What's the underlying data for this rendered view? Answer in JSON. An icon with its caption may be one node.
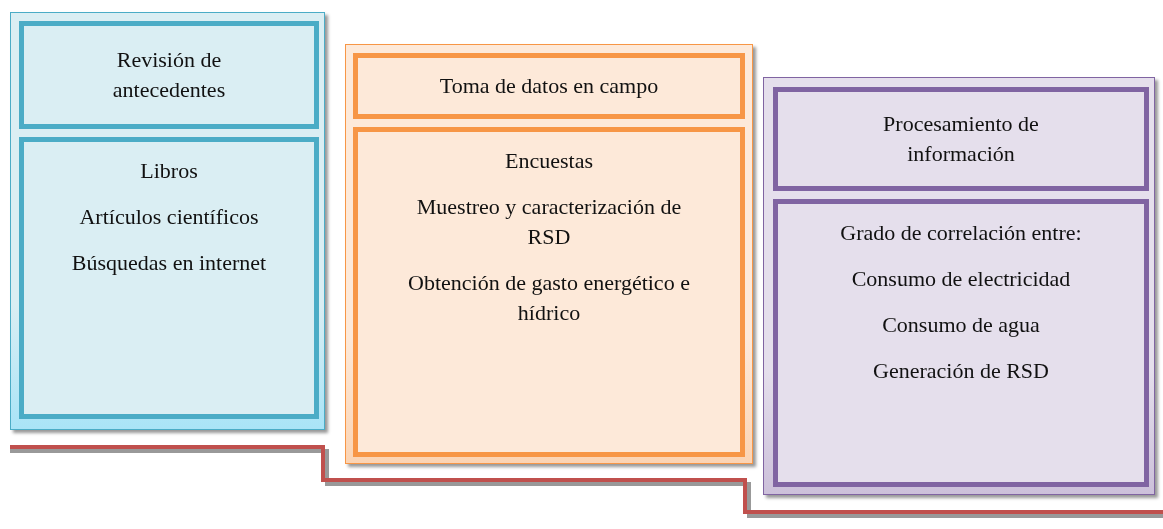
{
  "diagram": {
    "nodes": [
      {
        "text": [],
        "shape": "box"
      },
      {
        "text": [
          "Revisión de antecedentes"
        ],
        "in": 0
      },
      {
        "text": [
          "Libros",
          "Artículos científicos",
          "Búsquedas en internet"
        ],
        "in": 0
      },
      {
        "text": [],
        "shape": "box"
      },
      {
        "text": [
          "Toma de datos en campo"
        ],
        "in": 3
      },
      {
        "text": [
          "Encuestas",
          "Muestreo y caracterización de RSD",
          "Obtención de gasto energético e hídrico"
        ],
        "in": 3
      },
      {
        "text": [],
        "shape": "box"
      },
      {
        "text": [
          "Procesamiento de información"
        ],
        "in": 6
      },
      {
        "text": [
          "Grado de correlación entre:",
          "Consumo de electricidad",
          "Consumo de agua",
          "Generación de RSD"
        ],
        "in": 6
      }
    ],
    "edges": []
  }
}
